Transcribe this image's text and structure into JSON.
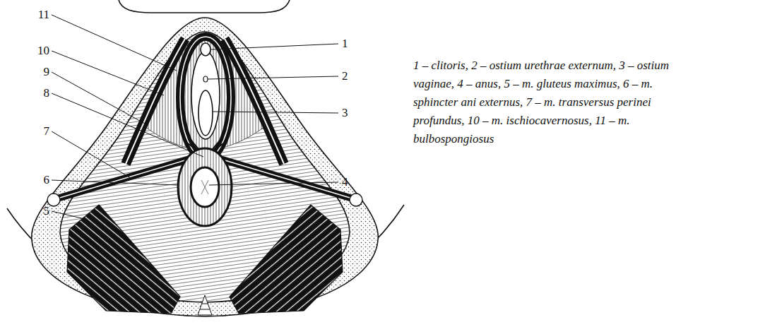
{
  "diagram": {
    "caption": "1 – clitoris, 2 – ostium urethrae externum, 3 – ostium vaginae, 4 – anus, 5 – m. gluteus maximus, 6 – m. sphincter ani externus, 7 – m. transversus perinei profundus, 10 – m. ischiocavernosus, 11 – m. bulbospongiosus",
    "labels": [
      "1",
      "2",
      "3",
      "4",
      "5",
      "6",
      "7",
      "8",
      "9",
      "10",
      "11"
    ]
  }
}
